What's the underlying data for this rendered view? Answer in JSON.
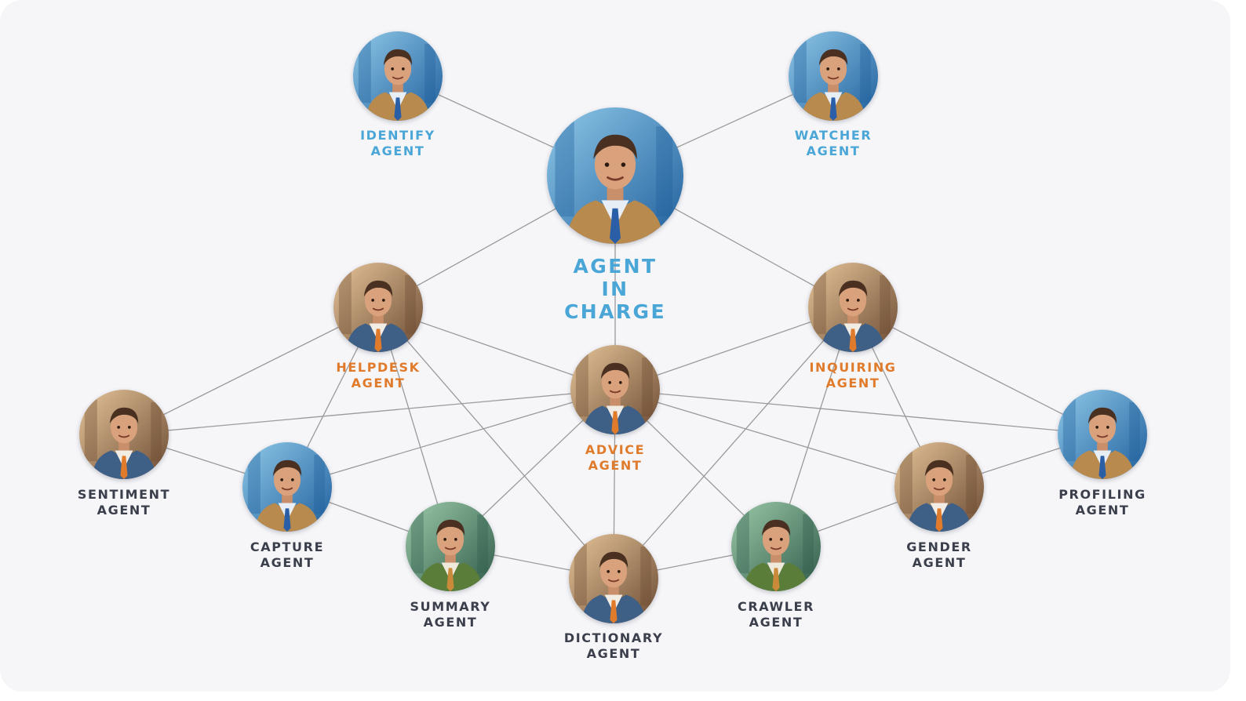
{
  "colors": {
    "background": "#f6f6f9",
    "edge": "#9a9a9a",
    "blue_label": "#4aa6d6",
    "orange_label": "#e07b2c",
    "dark_label": "#3a3f4b"
  },
  "nodes": [
    {
      "id": "identify",
      "label": "IDENTIFY\nAGENT",
      "color": "blue",
      "scheme": "blue"
    },
    {
      "id": "watcher",
      "label": "WATCHER\nAGENT",
      "color": "blue",
      "scheme": "blue"
    },
    {
      "id": "charge",
      "label": "AGENT IN\nCHARGE",
      "color": "blue",
      "scheme": "blue"
    },
    {
      "id": "helpdesk",
      "label": "HELPDESK\nAGENT",
      "color": "orange",
      "scheme": "warm"
    },
    {
      "id": "inquiring",
      "label": "INQUIRING\nAGENT",
      "color": "orange",
      "scheme": "warm"
    },
    {
      "id": "advice",
      "label": "ADVICE\nAGENT",
      "color": "orange",
      "scheme": "warm"
    },
    {
      "id": "sentiment",
      "label": "SENTIMENT\nAGENT",
      "color": "dark",
      "scheme": "warm"
    },
    {
      "id": "capture",
      "label": "CAPTURE\nAGENT",
      "color": "dark",
      "scheme": "blue"
    },
    {
      "id": "summary",
      "label": "SUMMARY\nAGENT",
      "color": "dark",
      "scheme": "green"
    },
    {
      "id": "dictionary",
      "label": "DICTIONARY\nAGENT",
      "color": "dark",
      "scheme": "warm"
    },
    {
      "id": "crawler",
      "label": "CRAWLER\nAGENT",
      "color": "dark",
      "scheme": "green"
    },
    {
      "id": "gender",
      "label": "GENDER\nAGENT",
      "color": "dark",
      "scheme": "warm"
    },
    {
      "id": "profiling",
      "label": "PROFILING\nAGENT",
      "color": "dark",
      "scheme": "blue"
    }
  ],
  "edges": [
    [
      "identify",
      "charge"
    ],
    [
      "watcher",
      "charge"
    ],
    [
      "charge",
      "helpdesk"
    ],
    [
      "charge",
      "inquiring"
    ],
    [
      "charge",
      "advice"
    ],
    [
      "helpdesk",
      "advice"
    ],
    [
      "inquiring",
      "advice"
    ],
    [
      "helpdesk",
      "sentiment"
    ],
    [
      "helpdesk",
      "capture"
    ],
    [
      "helpdesk",
      "summary"
    ],
    [
      "helpdesk",
      "dictionary"
    ],
    [
      "inquiring",
      "profiling"
    ],
    [
      "inquiring",
      "gender"
    ],
    [
      "inquiring",
      "crawler"
    ],
    [
      "inquiring",
      "dictionary"
    ],
    [
      "advice",
      "sentiment"
    ],
    [
      "advice",
      "capture"
    ],
    [
      "advice",
      "summary"
    ],
    [
      "advice",
      "dictionary"
    ],
    [
      "advice",
      "crawler"
    ],
    [
      "advice",
      "gender"
    ],
    [
      "advice",
      "profiling"
    ],
    [
      "sentiment",
      "capture"
    ],
    [
      "capture",
      "summary"
    ],
    [
      "summary",
      "dictionary"
    ],
    [
      "dictionary",
      "crawler"
    ],
    [
      "crawler",
      "gender"
    ],
    [
      "gender",
      "profiling"
    ]
  ]
}
